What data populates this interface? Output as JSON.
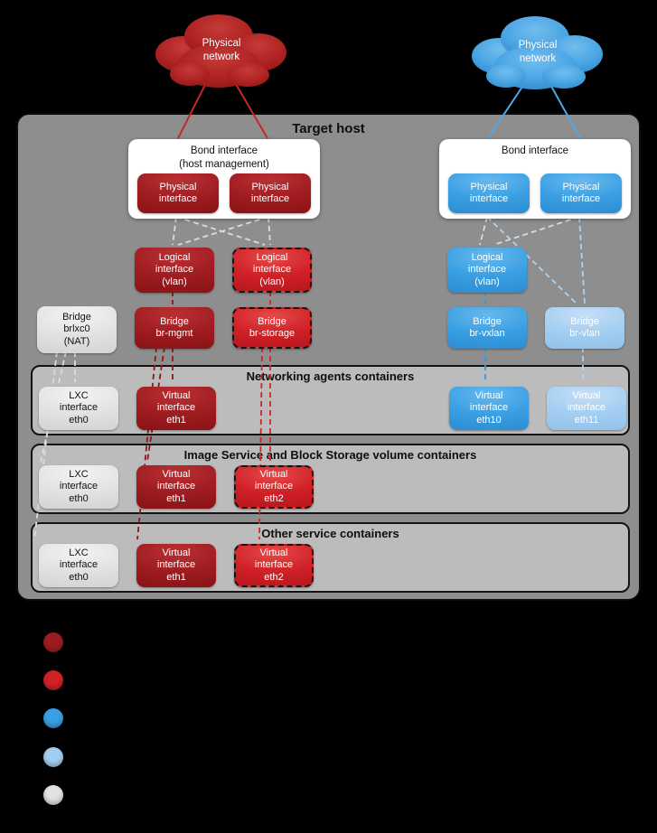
{
  "clouds": {
    "left": {
      "label": "Physical\nnetwork"
    },
    "right": {
      "label": "Physical\nnetwork"
    }
  },
  "target_host": {
    "title": "Target host"
  },
  "bond_left": {
    "title": "Bond interface\n(host management)",
    "iface1": "Physical\ninterface",
    "iface2": "Physical\ninterface"
  },
  "bond_right": {
    "title": "Bond interface",
    "iface1": "Physical\ninterface",
    "iface2": "Physical\ninterface"
  },
  "logical": {
    "mgmt": "Logical\ninterface\n(vlan)",
    "storage": "Logical\ninterface\n(vlan)",
    "vxlan": "Logical\ninterface\n(vlan)"
  },
  "bridges": {
    "lxc": "Bridge\nbrlxc0\n(NAT)",
    "mgmt": "Bridge\nbr-mgmt",
    "storage": "Bridge\nbr-storage",
    "vxlan": "Bridge\nbr-vxlan",
    "vlan": "Bridge\nbr-vlan"
  },
  "sections": {
    "networking": {
      "title": "Networking agents containers",
      "eth0": "LXC\ninterface\neth0",
      "eth1": "Virtual\ninterface\neth1",
      "eth10": "Virtual\ninterface\neth10",
      "eth11": "Virtual\ninterface\neth11"
    },
    "storage": {
      "title": "Image Service and Block Storage volume containers",
      "eth0": "LXC\ninterface\neth0",
      "eth1": "Virtual\ninterface\neth1",
      "eth2": "Virtual\ninterface\neth2"
    },
    "other": {
      "title": "Other service containers",
      "eth0": "LXC\ninterface\neth0",
      "eth1": "Virtual\ninterface\neth1",
      "eth2": "Virtual\ninterface\neth2"
    }
  },
  "colors": {
    "dark_red": "#9e1c20",
    "bright_red": "#d02127",
    "blue": "#3a9fe2",
    "light_blue": "#a3cef1",
    "light_gray": "#e2e2e2"
  },
  "legend": {
    "swatches": [
      "#9e1c20",
      "#d02127",
      "#3a9fe2",
      "#a3cef1",
      "#e2e2e2"
    ]
  }
}
